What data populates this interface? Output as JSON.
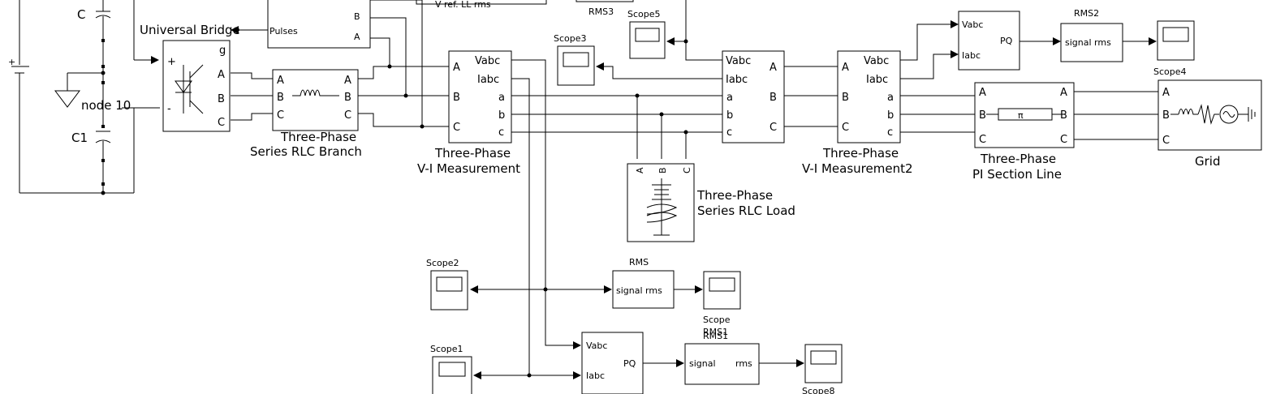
{
  "diagram": {
    "labels": {
      "universal_bridge": "Universal Bridge",
      "rlc_branch_l1": "Three-Phase",
      "rlc_branch_l2": "Series RLC Branch",
      "vi1_l1": "Three-Phase",
      "vi1_l2": "V-I Measurement",
      "vi2_l1": "Three-Phase",
      "vi2_l2": "V-I Measurement2",
      "pi_l1": "Three-Phase",
      "pi_l2": "PI Section Line",
      "grid": "Grid",
      "load_l1": "Three-Phase",
      "load_l2": "Series RLC Load",
      "node10": "node 10",
      "cap_c": "C",
      "cap_c1": "C1",
      "vref": "V ref. LL rms",
      "rms3": "RMS3",
      "scope5": "Scope5",
      "scope3": "Scope3",
      "scope4": "Scope4",
      "rms2": "RMS2",
      "scope2": "Scope2",
      "rms": "RMS",
      "scope_l1": "Scope",
      "scope_l2": "RMS1",
      "scope1": "Scope1",
      "scope8": "Scope8"
    },
    "ports": {
      "g": "g",
      "A": "A",
      "B": "B",
      "C": "C",
      "plus": "+",
      "minus": "-",
      "a": "a",
      "b": "b",
      "c": "c",
      "vabc": "Vabc",
      "iabc": "Iabc",
      "pulses": "Pulses",
      "pq": "PQ",
      "signal_rms": "signal rms",
      "signal": "signal",
      "rms": "rms"
    }
  }
}
